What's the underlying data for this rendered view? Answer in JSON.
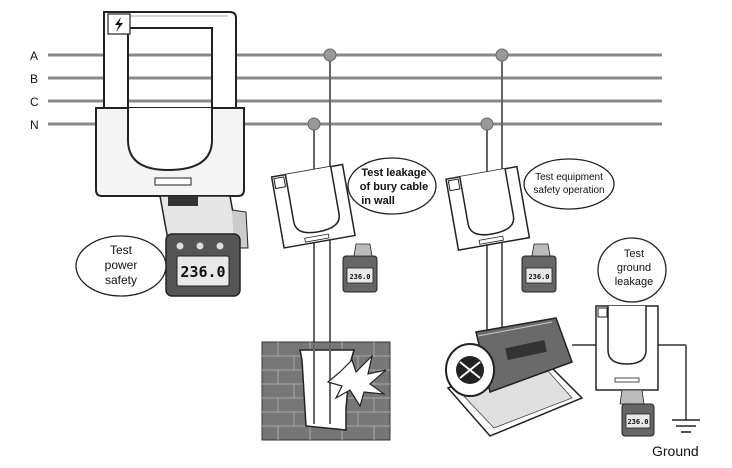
{
  "lines": {
    "a": "A",
    "b": "B",
    "c": "C",
    "n": "N"
  },
  "callouts": {
    "power": [
      "Test",
      "power",
      "safety"
    ],
    "cable": [
      "Test leakage",
      "of bury cable",
      "in wall"
    ],
    "equipment": [
      "Test equipment",
      "safety operation"
    ],
    "ground": [
      "Test",
      "ground",
      "leakage"
    ]
  },
  "meter": {
    "reading": "236.0",
    "small_reading": "236.0"
  },
  "ground_label": "Ground",
  "icons": [
    "flash-icon",
    "ground-symbol-icon",
    "spark-icon"
  ]
}
